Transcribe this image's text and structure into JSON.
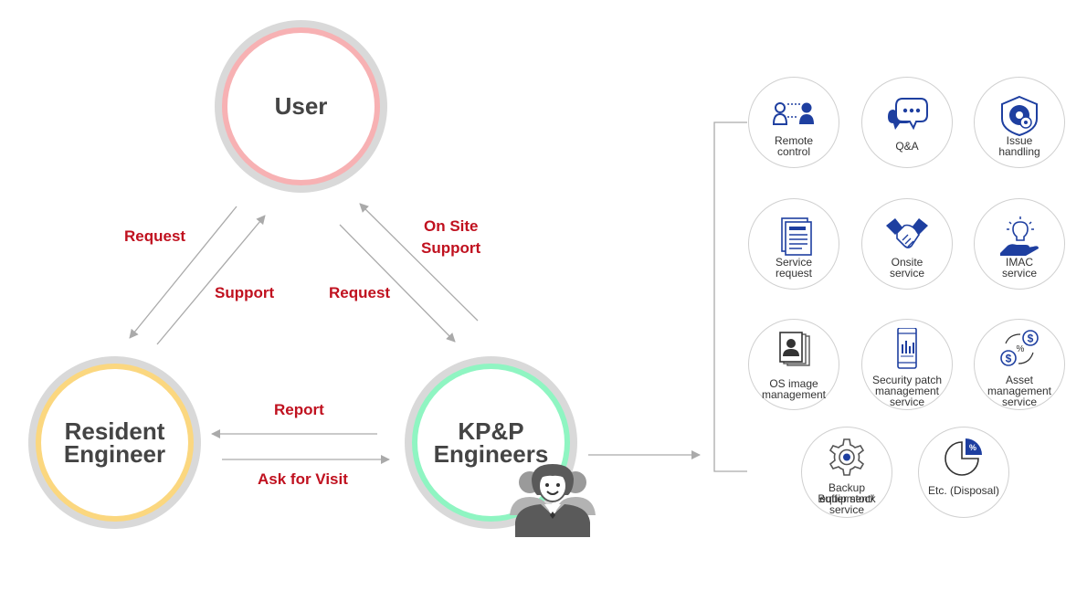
{
  "nodes": {
    "user": "User",
    "resident_line1": "Resident",
    "resident_line2": "Engineer",
    "kpp_line1": "KP&P",
    "kpp_line2": "Engineers"
  },
  "edge_labels": {
    "request_left": "Request",
    "support_left": "Support",
    "request_right": "Request",
    "onsite_line1": "On Site",
    "onsite_line2": "Support",
    "report": "Report",
    "ask_visit": "Ask for Visit"
  },
  "services": [
    {
      "icon": "remote-control-icon",
      "lines": [
        "Remote",
        "control"
      ]
    },
    {
      "icon": "qa-chat-icon",
      "lines": [
        "Q&A"
      ]
    },
    {
      "icon": "issue-handling-icon",
      "lines": [
        "Issue",
        "handling"
      ]
    },
    {
      "icon": "service-request-document-icon",
      "lines": [
        "Service",
        "request"
      ]
    },
    {
      "icon": "handshake-icon",
      "lines": [
        "Onsite",
        "service"
      ]
    },
    {
      "icon": "imac-lightbulb-hand-icon",
      "lines": [
        "IMAC",
        "service"
      ]
    },
    {
      "icon": "os-image-portrait-icon",
      "lines": [
        "OS image",
        "management"
      ]
    },
    {
      "icon": "security-patch-phone-icon",
      "lines": [
        "Security patch",
        "management",
        "service"
      ]
    },
    {
      "icon": "asset-dollar-icon",
      "lines": [
        "Asset",
        "management",
        "service"
      ]
    },
    {
      "icon": "backup-gear-icon",
      "lines": [
        "Backup equipment/",
        "Buffer stock",
        "service"
      ]
    },
    {
      "icon": "disposal-pie-icon",
      "lines": [
        "Etc. (Disposal)"
      ]
    }
  ],
  "colors": {
    "user_ring": "#f7b1b3",
    "resident_ring": "#fbd77f",
    "kpp_ring": "#8ff5c2",
    "outer_ring": "#d9d9d9",
    "label_red": "#c0111f",
    "icon_blue": "#1e3fa0",
    "arrow_gray": "#aaaaaa"
  }
}
